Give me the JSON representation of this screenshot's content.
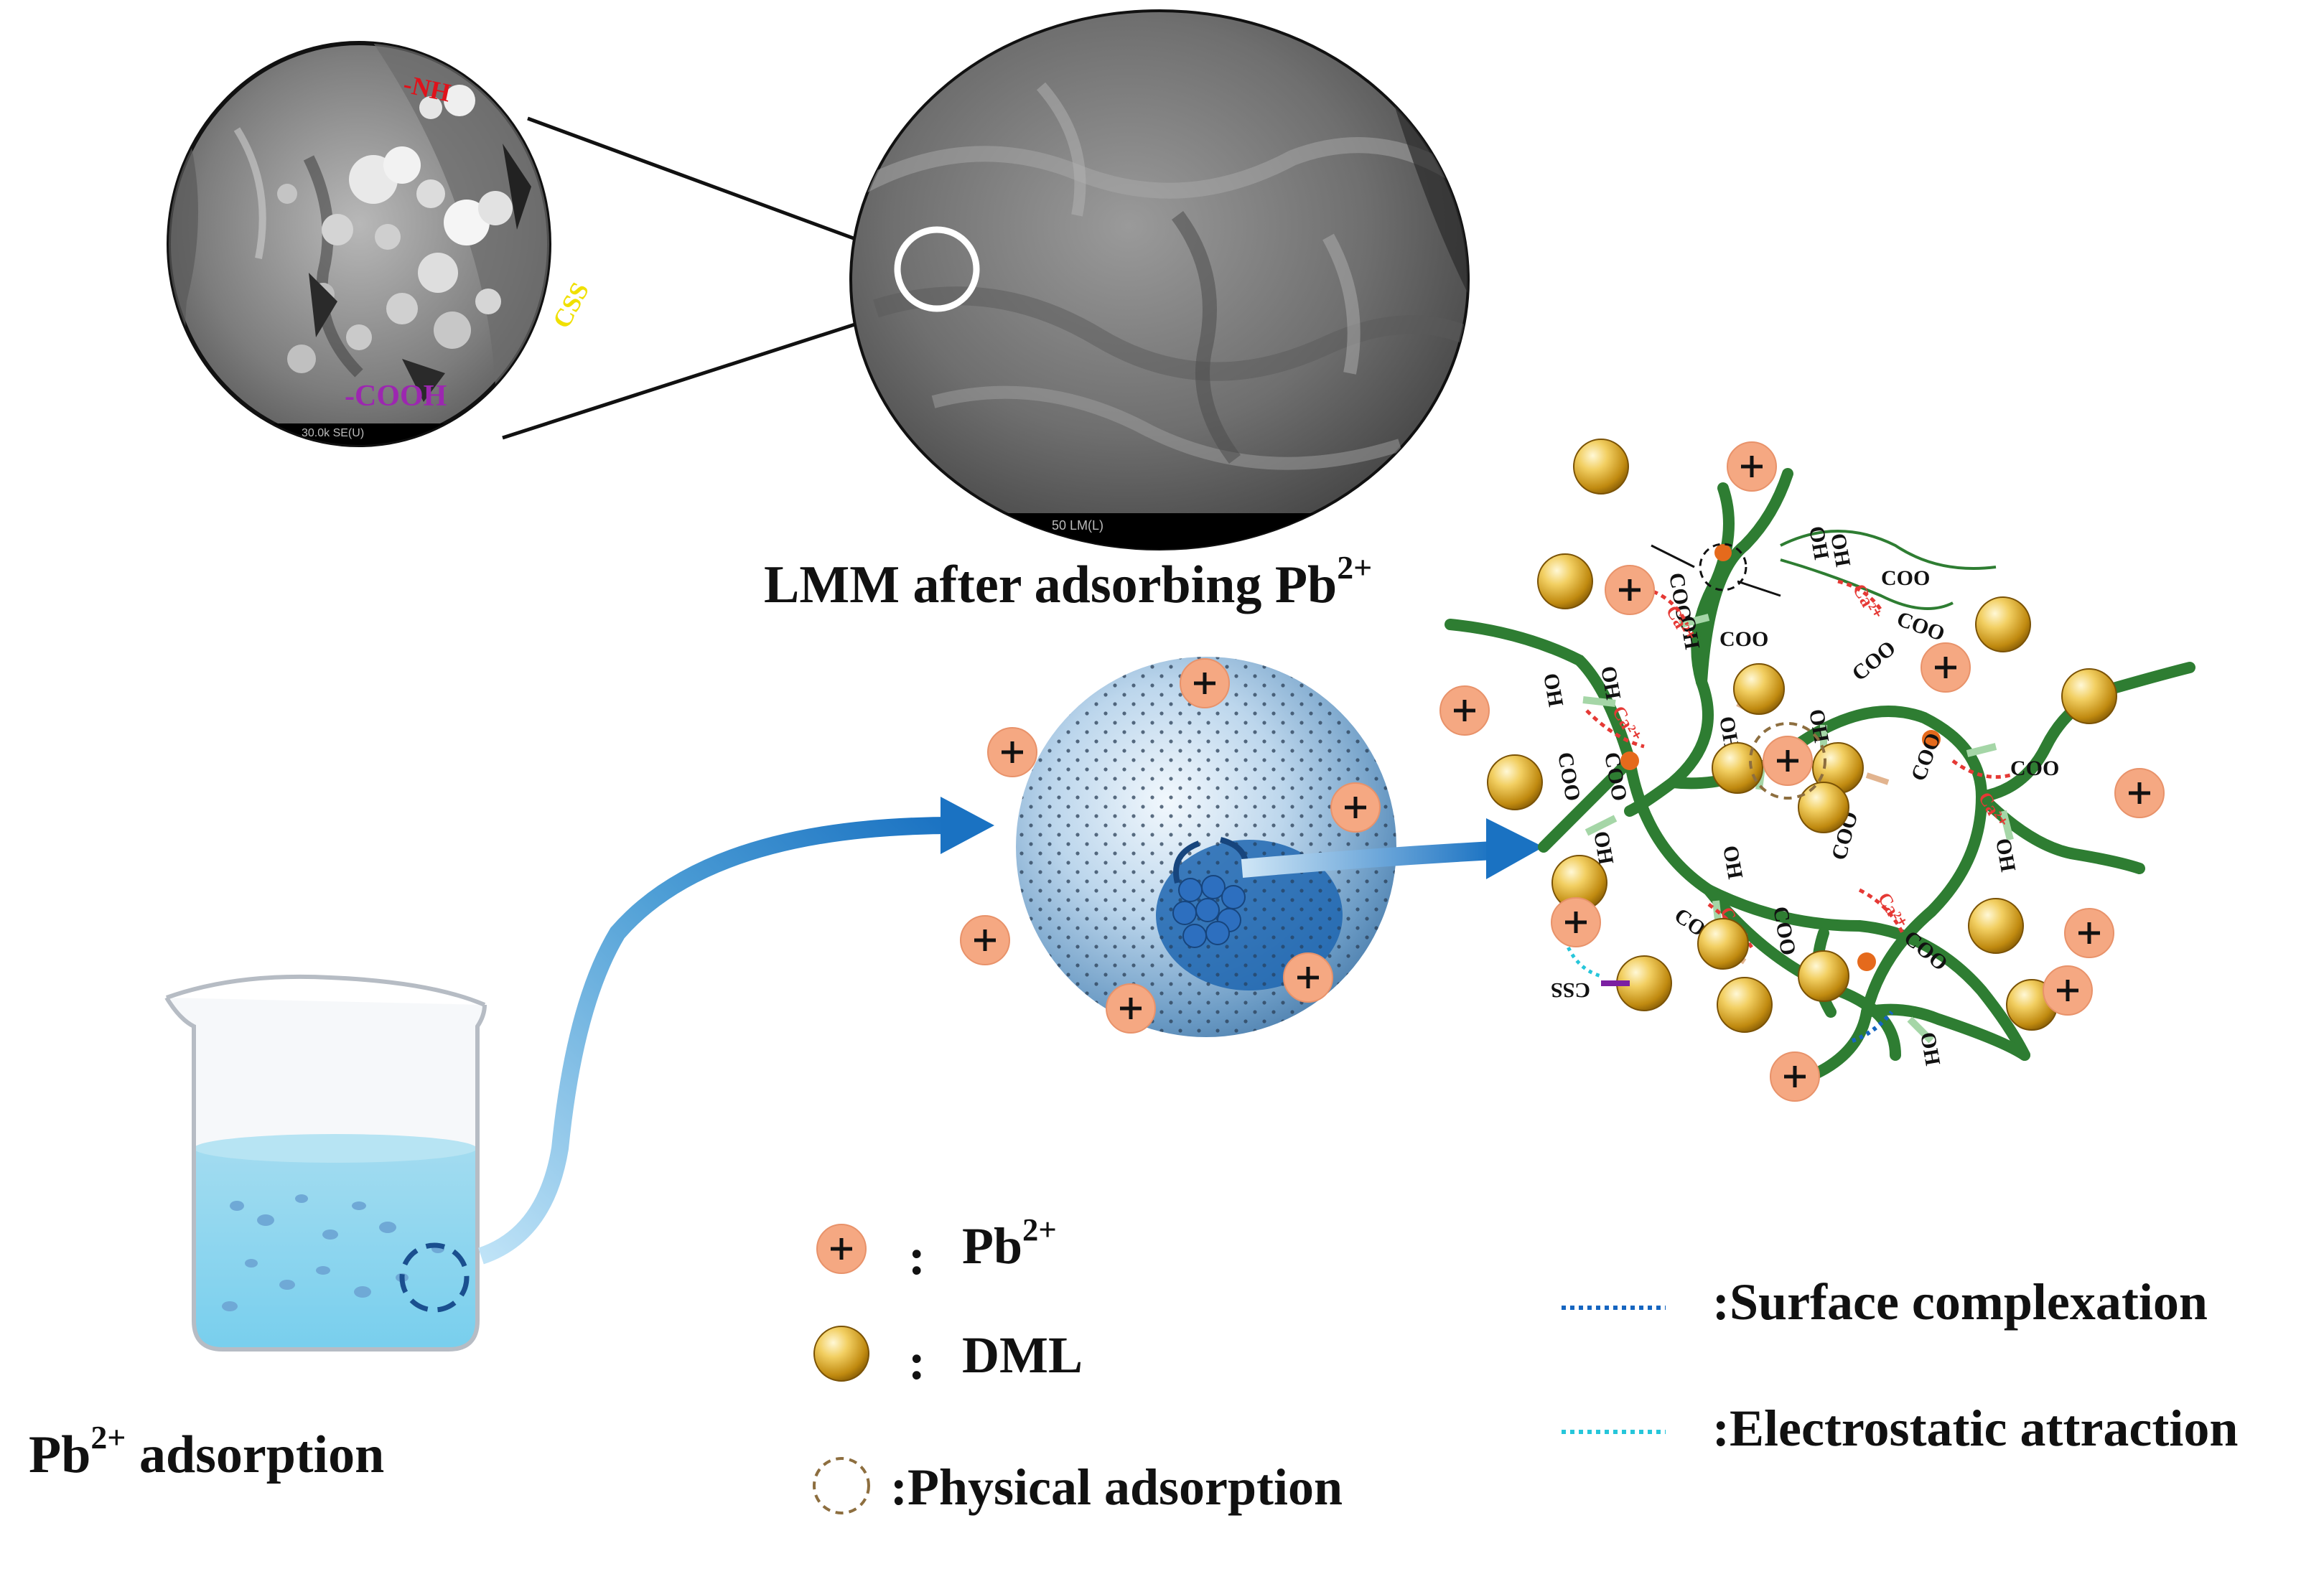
{
  "labels": {
    "lmm_title": "LMM after adsorbing Pb",
    "lmm_sup": "2+",
    "beaker_title_main": "Pb",
    "beaker_title_sup": "2+",
    "beaker_title_rest": " adsorption"
  },
  "sem": {
    "zoom_groups": [
      "-NH",
      "CSS",
      "-COOH"
    ],
    "zoom_caption": "30.0k SE(U)",
    "main_caption": "50 LM(L)"
  },
  "network_groups": {
    "oh": "OH",
    "coo": "COO",
    "ion": "Ca²⁺",
    "css": "CSS"
  },
  "legend": {
    "pb_label": "Pb",
    "pb_sup": "2+",
    "dml_label": "DML",
    "physical": ":Physical adsorption",
    "surface": ":Surface complexation",
    "electrostatic": ":Electrostatic attraction"
  },
  "colors": {
    "network": "#2e7d32",
    "pb_ion": "#f5a882",
    "dml": "#d9a21f",
    "arrow": "#1a72c2",
    "surface_line": "#1565c0",
    "electrostatic_line": "#26c6da",
    "physical_ring": "#8d6e3f",
    "nh_text": "#e0121b",
    "css_text": "#f0e000",
    "cooh_text": "#9c27b0"
  }
}
